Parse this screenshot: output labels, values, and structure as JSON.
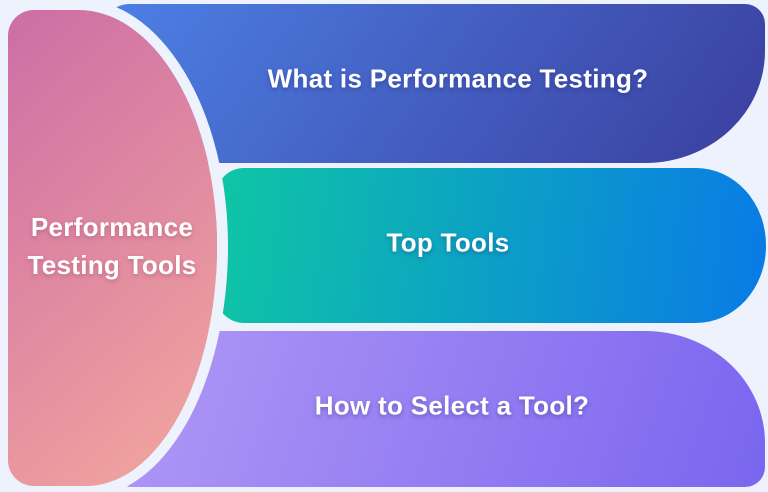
{
  "diagram": {
    "title_shape": {
      "label_line1": "Performance",
      "label_line2": "Testing Tools",
      "gradient_start": "#cd6da5",
      "gradient_end": "#f4a89d"
    },
    "branches": [
      {
        "label": "What is Performance Testing?",
        "gradient_start": "#4d80e5",
        "gradient_end": "#3a3e9e"
      },
      {
        "label": "Top Tools",
        "gradient_start": "#0fc6a4",
        "gradient_end": "#097ae6"
      },
      {
        "label": "How to Select a Tool?",
        "gradient_start": "#b299f6",
        "gradient_end": "#7a65ef"
      }
    ],
    "colors": {
      "background": "#edf2fc",
      "text": "#ffffff"
    }
  }
}
